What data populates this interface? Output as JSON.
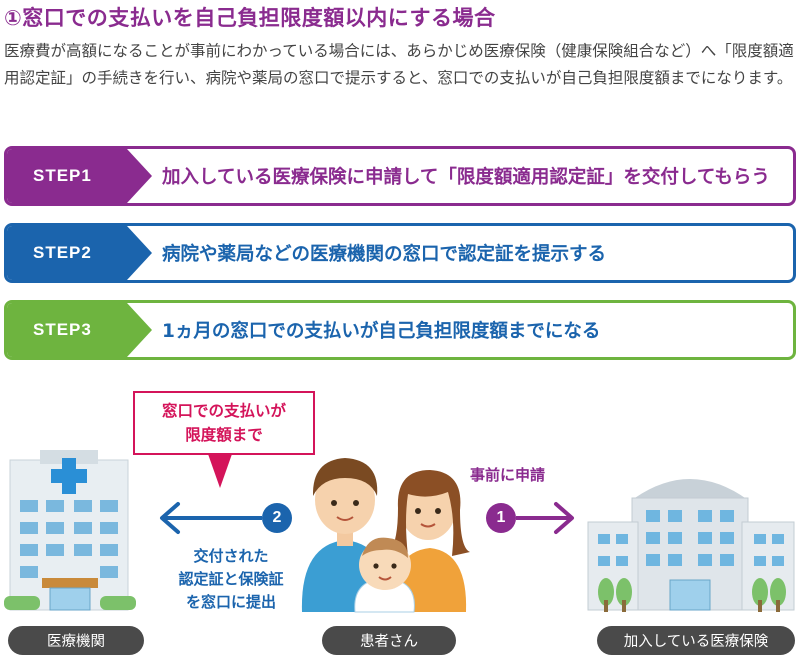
{
  "heading": "①窓口での支払いを自己負担限度額以内にする場合",
  "intro": "医療費が高額になることが事前にわかっている場合には、あらかじめ医療保険（健康保険組合など）へ「限度額適用認定証」の手続きを行い、病院や薬局の窓口で提示すると、窓口での支払いが自己負担限度額までになります。",
  "steps": [
    {
      "label": "STEP1",
      "text": "加入している医療保険に申請して「限度額適用認定証」を交付してもらう",
      "color": "#8a2b8f"
    },
    {
      "label": "STEP2",
      "text": "病院や薬局などの医療機関の窓口で認定証を提示する",
      "color": "#1b64ad"
    },
    {
      "label": "STEP3",
      "text": "1ヵ月の窓口での支払いが自己負担限度額までになる",
      "color": "#6eb43f"
    }
  ],
  "callout": {
    "line1": "窓口での支払いが",
    "line2": "限度額まで"
  },
  "flow": {
    "step2_number": "2",
    "step2_note": [
      "交付された",
      "認定証と保険証",
      "を窓口に提出"
    ],
    "step1_number": "1",
    "step1_note": "事前に申請"
  },
  "labels": {
    "hospital": "医療機関",
    "patient": "患者さん",
    "insurer": "加入している医療保険"
  },
  "colors": {
    "purple": "#8a2b8f",
    "blue": "#1b64ad",
    "green": "#6eb43f",
    "callout": "#d4145a",
    "pill": "#4a4a4a"
  },
  "icons": [
    "hospital-building-icon",
    "family-icon",
    "insurer-building-icon",
    "arrow-left-icon",
    "arrow-right-icon"
  ]
}
